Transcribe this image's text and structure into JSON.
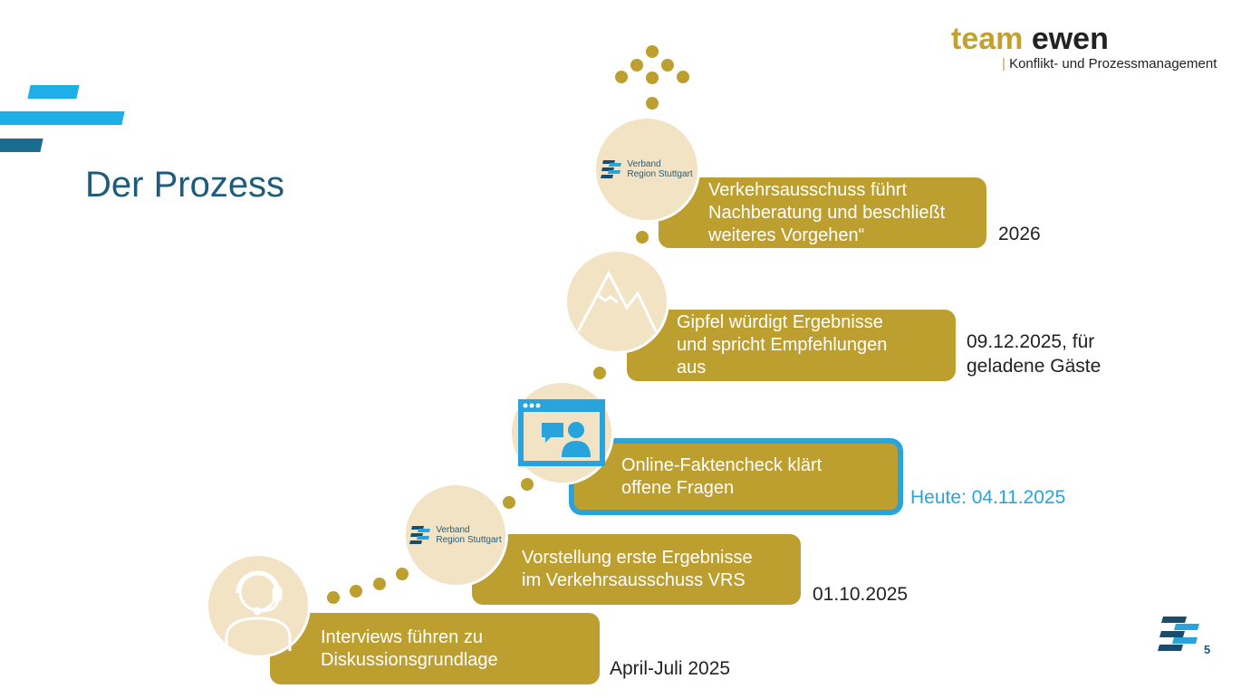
{
  "slide": {
    "title": "Der Prozess",
    "page_number": "5"
  },
  "logo": {
    "brand_part1": "team",
    "brand_part2": "ewen",
    "tagline": "Konflikt- und Prozessmanagement"
  },
  "vrs_logo": {
    "line1": "Verband",
    "line2": "Region Stuttgart"
  },
  "colors": {
    "gold": "#bd9f30",
    "beige": "#f1e3c4",
    "blue": "#29a3dc",
    "navy": "#1d5c7a"
  },
  "steps": [
    {
      "text": "Interviews führen zu\nDiskussionsgrundlage",
      "date": "April-Juli 2025",
      "icon": "headset-person-icon"
    },
    {
      "text": "Vorstellung erste Ergebnisse\nim Verkehrsausschuss VRS",
      "date": "01.10.2025",
      "icon": "vrs-logo-icon"
    },
    {
      "text": "Online-Faktencheck klärt\noffene Fragen",
      "date": "Heute: 04.11.2025",
      "icon": "online-meeting-icon"
    },
    {
      "text": "Gipfel würdigt Ergebnisse\nund spricht Empfehlungen\naus",
      "date": "09.12.2025, für\ngeladene Gäste",
      "icon": "mountain-icon"
    },
    {
      "text": "Verkehrsausschuss führt\nNachberatung und beschließt\nweiteres Vorgehen“",
      "date": "2026",
      "icon": "vrs-logo-icon"
    }
  ]
}
